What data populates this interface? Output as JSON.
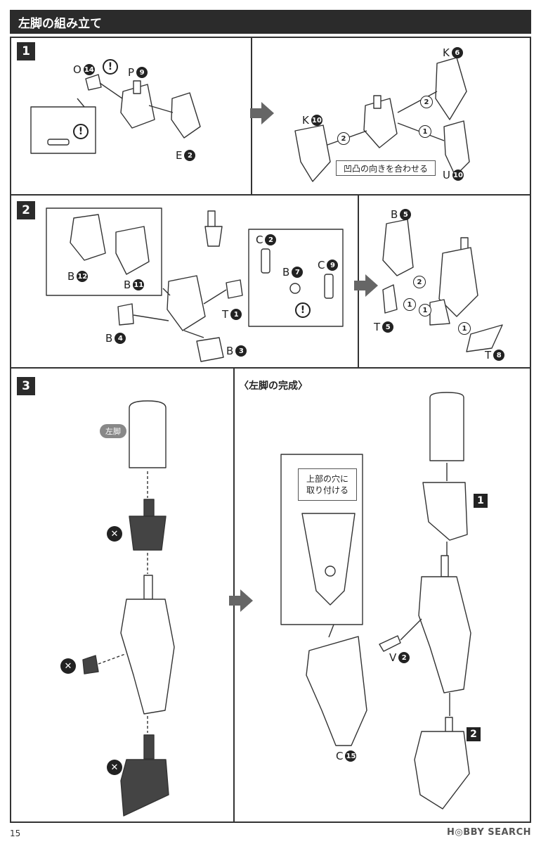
{
  "header": {
    "title": "左脚の組み立て"
  },
  "steps": {
    "s1": {
      "number": "1",
      "labels": {
        "o": {
          "letter": "O",
          "num": "14"
        },
        "p": {
          "letter": "P",
          "num": "9"
        },
        "e": {
          "letter": "E",
          "num": "2"
        },
        "k6": {
          "letter": "K",
          "num": "6"
        },
        "k10": {
          "letter": "K",
          "num": "10"
        },
        "u": {
          "letter": "U",
          "num": "10"
        }
      },
      "order_1": "1",
      "order_2a": "2",
      "order_2b": "2",
      "note": "凹凸の向きを合わせる"
    },
    "s2": {
      "number": "2",
      "labels": {
        "b12": {
          "letter": "B",
          "num": "12"
        },
        "b11": {
          "letter": "B",
          "num": "11"
        },
        "b4": {
          "letter": "B",
          "num": "4"
        },
        "t1": {
          "letter": "T",
          "num": "1"
        },
        "b3": {
          "letter": "B",
          "num": "3"
        },
        "c2": {
          "letter": "C",
          "num": "2"
        },
        "b7": {
          "letter": "B",
          "num": "7"
        },
        "c9": {
          "letter": "C",
          "num": "9"
        },
        "b5": {
          "letter": "B",
          "num": "5"
        },
        "t5": {
          "letter": "T",
          "num": "5"
        },
        "t8": {
          "letter": "T",
          "num": "8"
        }
      },
      "order_2": "2",
      "order_1a": "1",
      "order_1b": "1",
      "order_1c": "1"
    },
    "s3": {
      "number": "3",
      "completion_title": "〈左脚の完成〉",
      "pill": "左脚",
      "note": "上部の穴に\n取り付ける",
      "labels": {
        "v": {
          "letter": "V",
          "num": "2"
        },
        "c15": {
          "letter": "C",
          "num": "15"
        }
      },
      "mark1": "1",
      "mark2": "2"
    }
  },
  "footer": {
    "page": "15",
    "watermark": "H◎BBY SEARCH"
  }
}
